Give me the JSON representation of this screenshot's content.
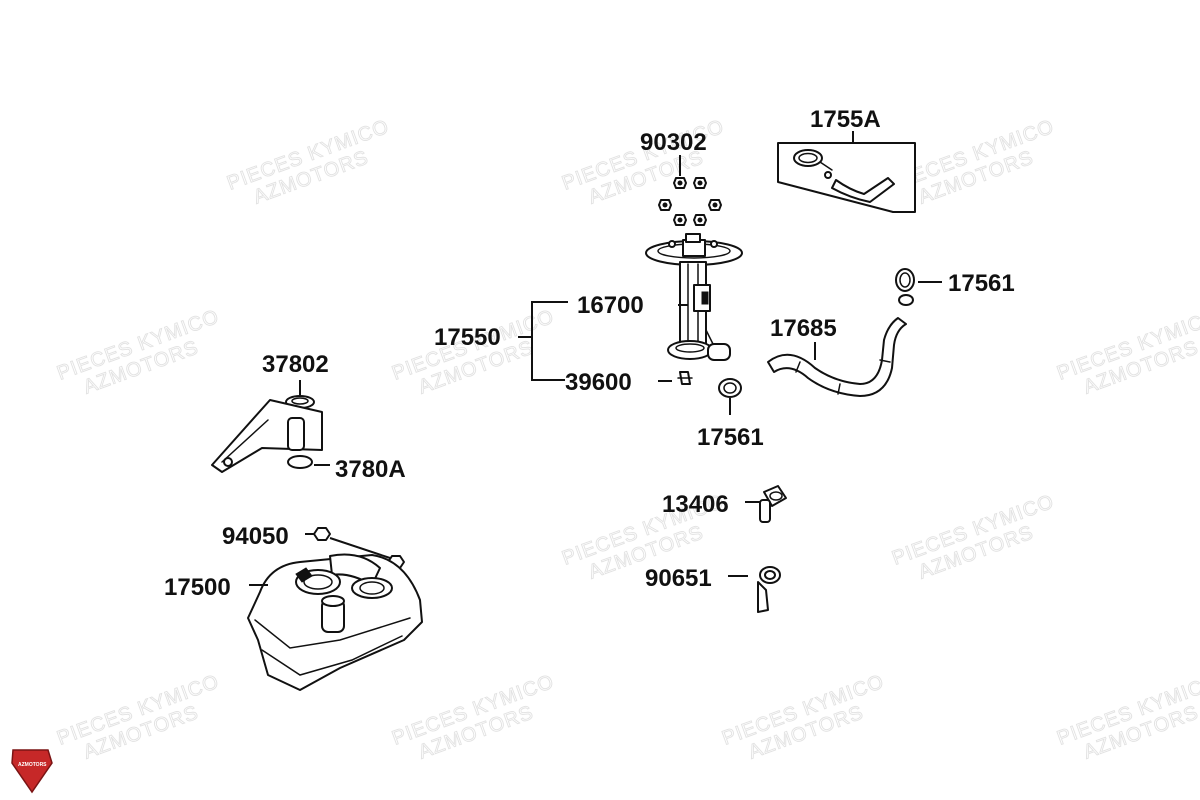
{
  "watermark": {
    "line1": "PIECES KYMICO",
    "line2": "AZMOTORS"
  },
  "logo": {
    "text": "AZMOTORS",
    "color": "#c62828"
  },
  "callouts": {
    "p90302": "90302",
    "p1755A": "1755A",
    "p17561_top": "17561",
    "p16700": "16700",
    "p17550": "17550",
    "p17685": "17685",
    "p39600": "39600",
    "p17561_mid": "17561",
    "p37802": "37802",
    "p3780A": "3780A",
    "p13406": "13406",
    "p94050": "94050",
    "p90651": "90651",
    "p17500": "17500"
  }
}
